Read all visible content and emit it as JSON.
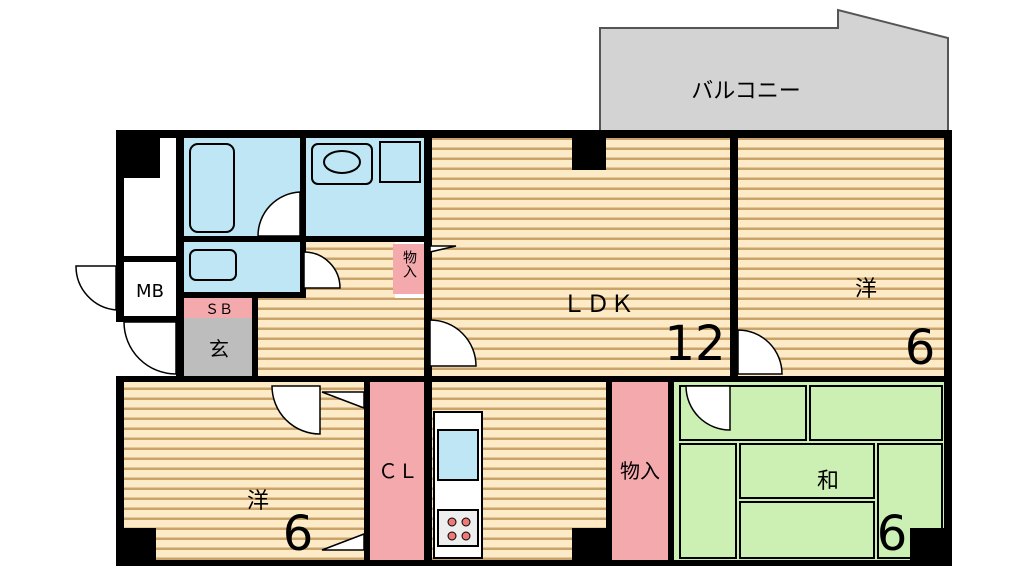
{
  "labels": {
    "balcony": "バルコニー",
    "ldk": "ＬＤＫ",
    "ldk_size": "12",
    "western_room_east": "洋",
    "western_room_east_size": "6",
    "western_room_west": "洋",
    "western_room_west_size": "6",
    "japanese_room": "和",
    "japanese_room_size": "6",
    "closet_cl": "ＣＬ",
    "storage_ldk": "物入",
    "storage_center": "物入",
    "meter_box": "MB",
    "shoe_box": "ＳＢ",
    "entrance": "玄"
  },
  "colors": {
    "wood_light": "#fdebc8",
    "wood_line": "#c9a36a",
    "tatami": "#ccf0b4",
    "bath_blue": "#bfe6f5",
    "closet_pink": "#f4a9ad",
    "balcony_gray": "#d3d3d3",
    "entrance_gray": "#bdbdbd",
    "wall": "#000000"
  }
}
